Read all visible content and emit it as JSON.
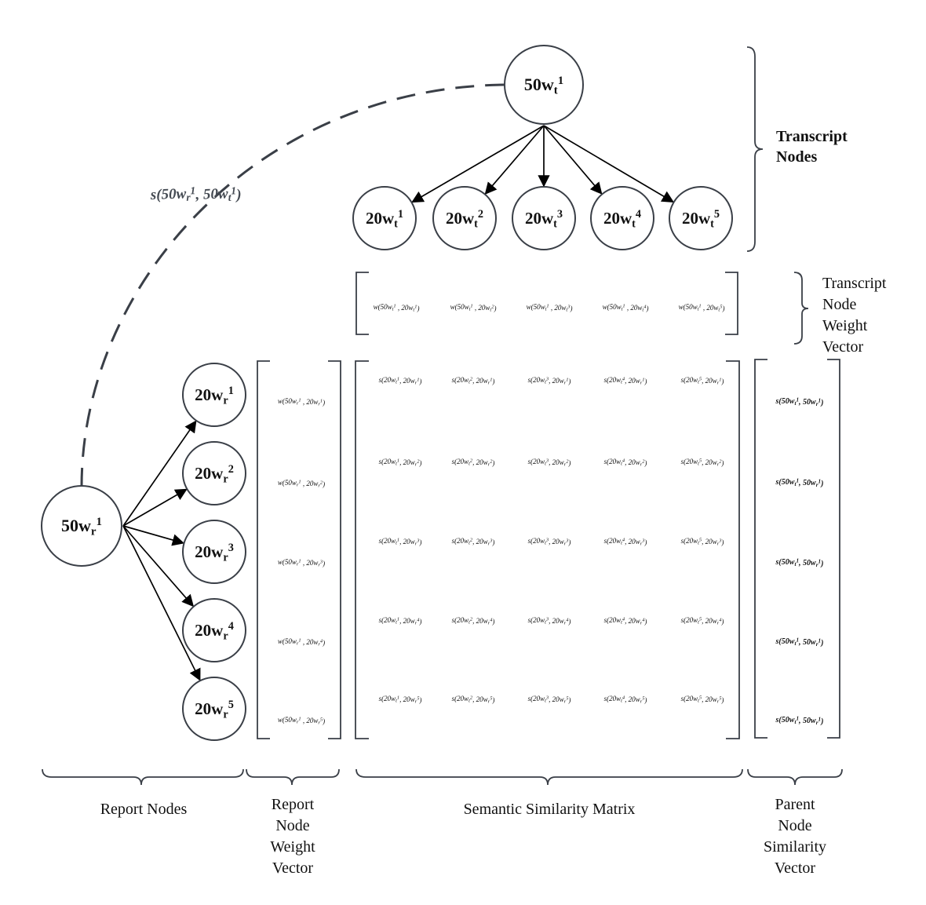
{
  "transcript_parent": {
    "base": "50w",
    "sub": "t",
    "sup": "1"
  },
  "transcript_children": [
    {
      "base": "20w",
      "sub": "t",
      "sup": "1"
    },
    {
      "base": "20w",
      "sub": "t",
      "sup": "2"
    },
    {
      "base": "20w",
      "sub": "t",
      "sup": "3"
    },
    {
      "base": "20w",
      "sub": "t",
      "sup": "4"
    },
    {
      "base": "20w",
      "sub": "t",
      "sup": "5"
    }
  ],
  "report_parent": {
    "base": "50w",
    "sub": "r",
    "sup": "1"
  },
  "report_children": [
    {
      "base": "20w",
      "sub": "r",
      "sup": "1"
    },
    {
      "base": "20w",
      "sub": "r",
      "sup": "2"
    },
    {
      "base": "20w",
      "sub": "r",
      "sup": "3"
    },
    {
      "base": "20w",
      "sub": "r",
      "sup": "4"
    },
    {
      "base": "20w",
      "sub": "r",
      "sup": "5"
    }
  ],
  "arc_label": "s(50w_r^1, 50w_t^1)",
  "transcript_weights": [
    "w(50w_t^1 , 20w_t^1)",
    "w(50w_t^1 , 20w_t^2)",
    "w(50w_t^1 , 20w_t^3)",
    "w(50w_t^1 , 20w_t^4)",
    "w(50w_t^1 , 20w_t^5)"
  ],
  "report_weights": [
    "w(50w_r^1 , 20w_r^1)",
    "w(50w_r^1 , 20w_r^2)",
    "w(50w_r^1 , 20w_r^3)",
    "w(50w_r^1 , 20w_r^4)",
    "w(50w_r^1 , 20w_r^5)"
  ],
  "similarity_matrix": [
    [
      "s(20w_t^1, 20w_r^1)",
      "s(20w_t^2, 20w_r^1)",
      "s(20w_t^3, 20w_r^1)",
      "s(20w_t^4, 20w_r^1)",
      "s(20w_t^5, 20w_r^1)"
    ],
    [
      "s(20w_t^1, 20w_r^2)",
      "s(20w_t^2, 20w_r^2)",
      "s(20w_t^3, 20w_r^2)",
      "s(20w_t^4, 20w_r^2)",
      "s(20w_t^5, 20w_r^2)"
    ],
    [
      "s(20w_t^1, 20w_r^3)",
      "s(20w_t^2, 20w_r^3)",
      "s(20w_t^3, 20w_r^3)",
      "s(20w_t^4, 20w_r^3)",
      "s(20w_t^5, 20w_r^3)"
    ],
    [
      "s(20w_t^1, 20w_r^4)",
      "s(20w_t^2, 20w_r^4)",
      "s(20w_t^3, 20w_r^4)",
      "s(20w_t^4, 20w_r^4)",
      "s(20w_t^5, 20w_r^4)"
    ],
    [
      "s(20w_t^1, 20w_r^5)",
      "s(20w_t^2, 20w_r^5)",
      "s(20w_t^3, 20w_r^5)",
      "s(20w_t^4, 20w_r^5)",
      "s(20w_t^5, 20w_r^5)"
    ]
  ],
  "parent_similarity": [
    "s(50w_t^1, 50w_r^1)",
    "s(50w_t^1, 50w_r^1)",
    "s(50w_t^1, 50w_r^1)",
    "s(50w_t^1, 50w_r^1)",
    "s(50w_t^1, 50w_r^1)"
  ],
  "captions": {
    "transcript_nodes": [
      "Transcript",
      "Nodes"
    ],
    "transcript_weight_vector": [
      "Transcript",
      "Node",
      "Weight",
      "Vector"
    ],
    "report_nodes": [
      "Report Nodes"
    ],
    "report_weight_vector": [
      "Report",
      "Node",
      "Weight",
      "Vector"
    ],
    "similarity_matrix": [
      "Semantic Similarity Matrix"
    ],
    "parent_similarity_vector": [
      "Parent",
      "Node",
      "Similarity",
      "Vector"
    ]
  }
}
